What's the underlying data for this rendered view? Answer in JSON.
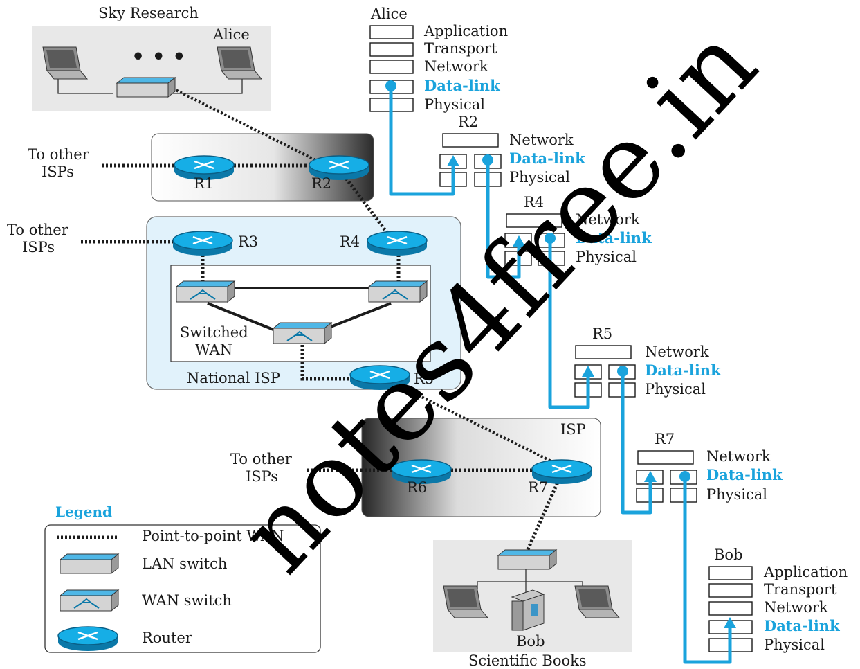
{
  "networks": {
    "sky_research": "Sky Research",
    "alice_host": "Alice",
    "to_other_isps_1": "To other ISPs",
    "to_other_isps_2": "To other ISPs",
    "to_other_isps_3": "To other ISPs",
    "switched_wan": "Switched WAN",
    "national_isp": "National ISP",
    "isp": "ISP",
    "bob_host": "Bob",
    "scientific_books": "Scientific Books"
  },
  "routers": [
    "R1",
    "R2",
    "R3",
    "R4",
    "R5",
    "R6",
    "R7"
  ],
  "stacks": {
    "alice": {
      "name": "Alice",
      "layers": [
        "Application",
        "Transport",
        "Network",
        "Data-link",
        "Physical"
      ]
    },
    "r2": {
      "name": "R2",
      "layers": [
        "Network",
        "Data-link",
        "Physical"
      ]
    },
    "r4": {
      "name": "R4",
      "layers": [
        "Network",
        "Data-link",
        "Physical"
      ]
    },
    "r5": {
      "name": "R5",
      "layers": [
        "Network",
        "Data-link",
        "Physical"
      ]
    },
    "r7": {
      "name": "R7",
      "layers": [
        "Network",
        "Data-link",
        "Physical"
      ]
    },
    "bob": {
      "name": "Bob",
      "layers": [
        "Application",
        "Transport",
        "Network",
        "Data-link",
        "Physical"
      ]
    }
  },
  "legend": {
    "title": "Legend",
    "items": [
      "Point-to-point WAN",
      "LAN switch",
      "WAN switch",
      "Router"
    ]
  },
  "watermark": "notes4free.in",
  "colors": {
    "accent_blue": "#1aa3dc",
    "router_fill": "#14a6df",
    "national_isp_bg": "#e1f2fb",
    "network_bg": "#e8e8e8"
  }
}
